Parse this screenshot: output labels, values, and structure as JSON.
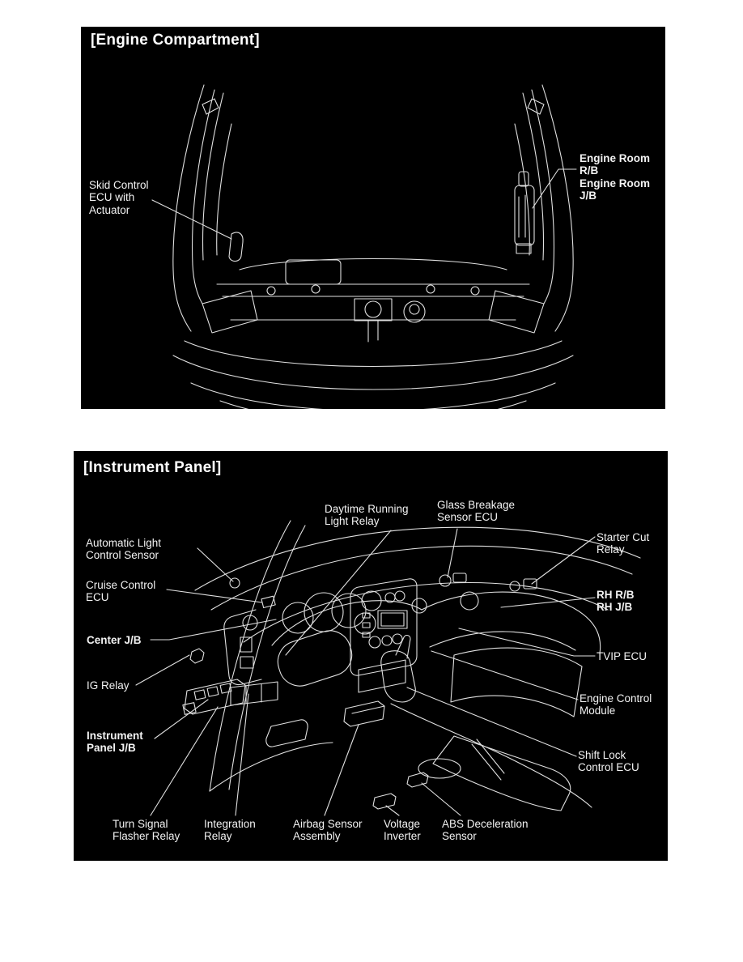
{
  "colors": {
    "page_bg": "#ffffff",
    "panel_bg": "#000000",
    "line": "#e0e0e0",
    "text": "#f2f2f2"
  },
  "engine_panel": {
    "title": "[Engine Compartment]",
    "labels": {
      "skid_control_ecu": "Skid Control\nECU with\nActuator",
      "engine_room": "Engine Room\nR/B\nEngine Room\nJ/B"
    }
  },
  "instrument_panel": {
    "title": "[Instrument Panel]",
    "labels": {
      "automatic_light_control_sensor": "Automatic Light\nControl Sensor",
      "cruise_control_ecu": "Cruise Control\nECU",
      "center_jb": "Center J/B",
      "ig_relay": "IG Relay",
      "instrument_panel_jb": "Instrument\nPanel J/B",
      "daytime_running_light_relay": "Daytime Running\nLight Relay",
      "glass_breakage_sensor_ecu": "Glass Breakage\nSensor ECU",
      "starter_cut_relay": "Starter Cut\nRelay",
      "rh_rb_jb": "RH R/B\nRH J/B",
      "tvip_ecu": "TVIP ECU",
      "engine_control_module": "Engine Control\nModule",
      "shift_lock_control_ecu": "Shift Lock\nControl ECU",
      "turn_signal_flasher_relay": "Turn Signal\nFlasher Relay",
      "integration_relay": "Integration\nRelay",
      "airbag_sensor_assembly": "Airbag Sensor\nAssembly",
      "voltage_inverter": "Voltage\nInverter",
      "abs_deceleration_sensor": "ABS Deceleration\nSensor"
    }
  }
}
